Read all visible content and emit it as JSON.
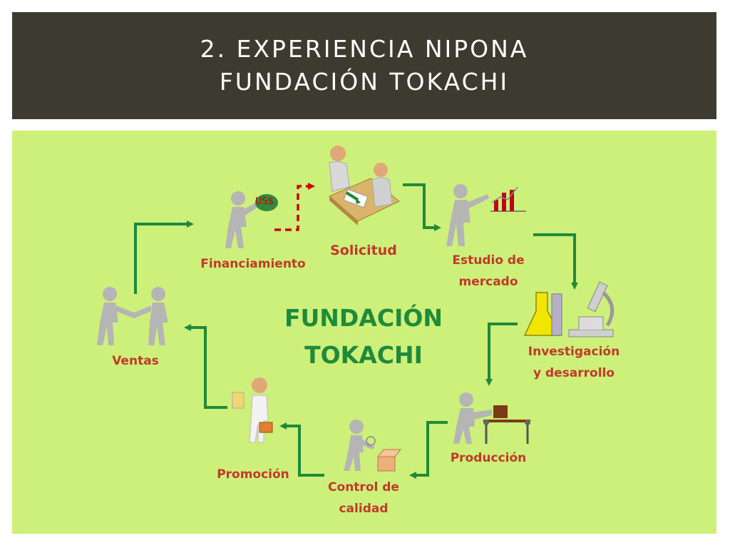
{
  "header": {
    "line1": "2. EXPERIENCIA NIPONA",
    "line2": "FUNDACIÓN TOKACHI"
  },
  "center": {
    "line1": "FUNDACIÓN",
    "line2": "TOKACHI"
  },
  "icon_text": {
    "money": "US$"
  },
  "steps": {
    "solicitud": "Solicitud",
    "estudio_l1": "Estudio de",
    "estudio_l2": "mercado",
    "investigacion_l1": "Investigación",
    "investigacion_l2": "y desarrollo",
    "produccion": "Producción",
    "control_l1": "Control de",
    "control_l2": "calidad",
    "promocion": "Promoción",
    "ventas": "Ventas",
    "financiamiento": "Financiamiento"
  },
  "colors": {
    "header_bg": "#3d3a2f",
    "panel_bg": "#ccf07a",
    "arrow": "#1e8a3a",
    "dashed_arrow": "#cc0000",
    "label": "#c0392b",
    "center_text": "#1e8a3a"
  },
  "icons": [
    "two-people-desk-icon",
    "person-pointing-chart-icon",
    "lab-flask-microscope-icon",
    "person-conveyor-box-icon",
    "person-inspecting-box-icon",
    "person-briefcase-icon",
    "handshake-icon",
    "person-money-icon"
  ]
}
